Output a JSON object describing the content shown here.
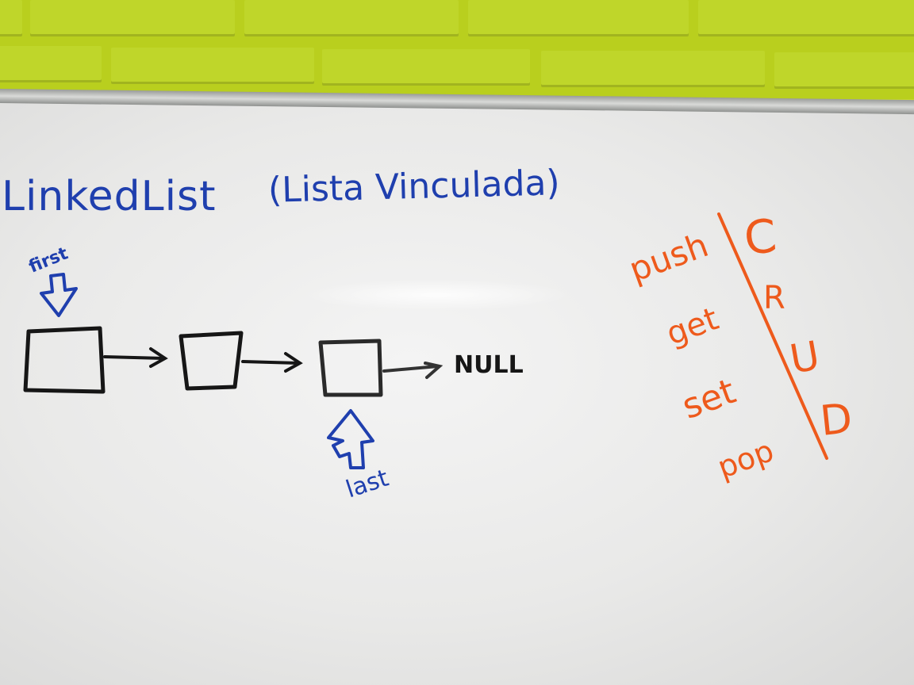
{
  "title": "LinkedList",
  "subtitle": "(Lista Vinculada)",
  "pointers": {
    "first": "first",
    "last": "last"
  },
  "terminal": "NULL",
  "operations": [
    "push",
    "get",
    "set",
    "pop"
  ],
  "crud": [
    "C",
    "R",
    "U",
    "D"
  ],
  "colors": {
    "wall": "#c7d92a",
    "board": "#ececeb",
    "blue_ink": "#1f3fae",
    "black_ink": "#161616",
    "orange_ink": "#ee5a1c"
  }
}
